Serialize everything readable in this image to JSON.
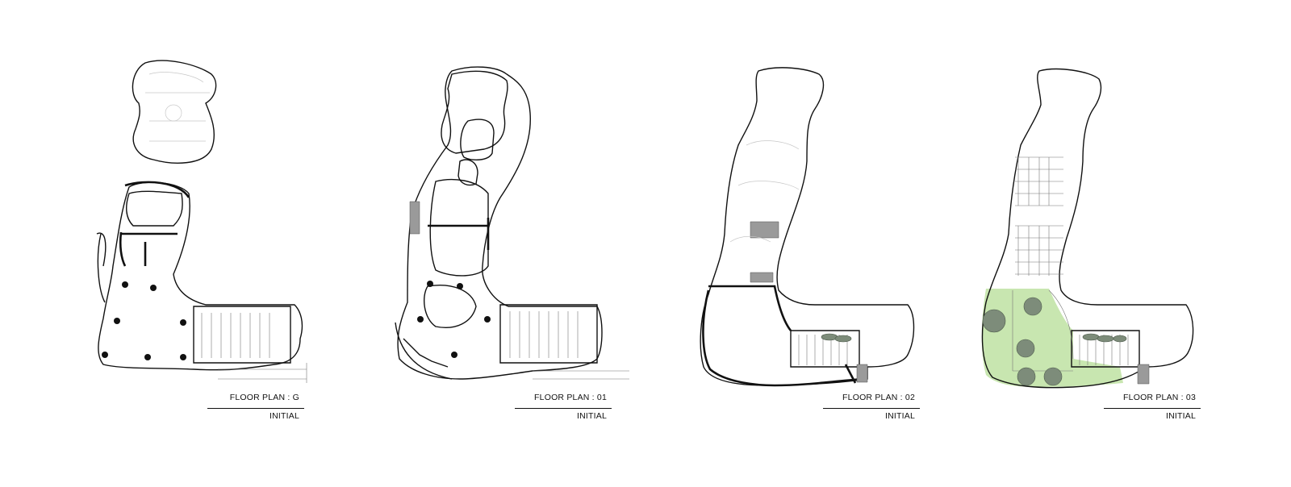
{
  "plans": [
    {
      "title": "FLOOR PLAN : G",
      "subtitle": "INITIAL"
    },
    {
      "title": "FLOOR PLAN : 01",
      "subtitle": "INITIAL"
    },
    {
      "title": "FLOOR PLAN : 02",
      "subtitle": "INITIAL"
    },
    {
      "title": "FLOOR PLAN : 03",
      "subtitle": "INITIAL"
    }
  ],
  "colors": {
    "line": "#111111",
    "garden": "#c8e6b0",
    "tree": "#7d8c7a"
  }
}
